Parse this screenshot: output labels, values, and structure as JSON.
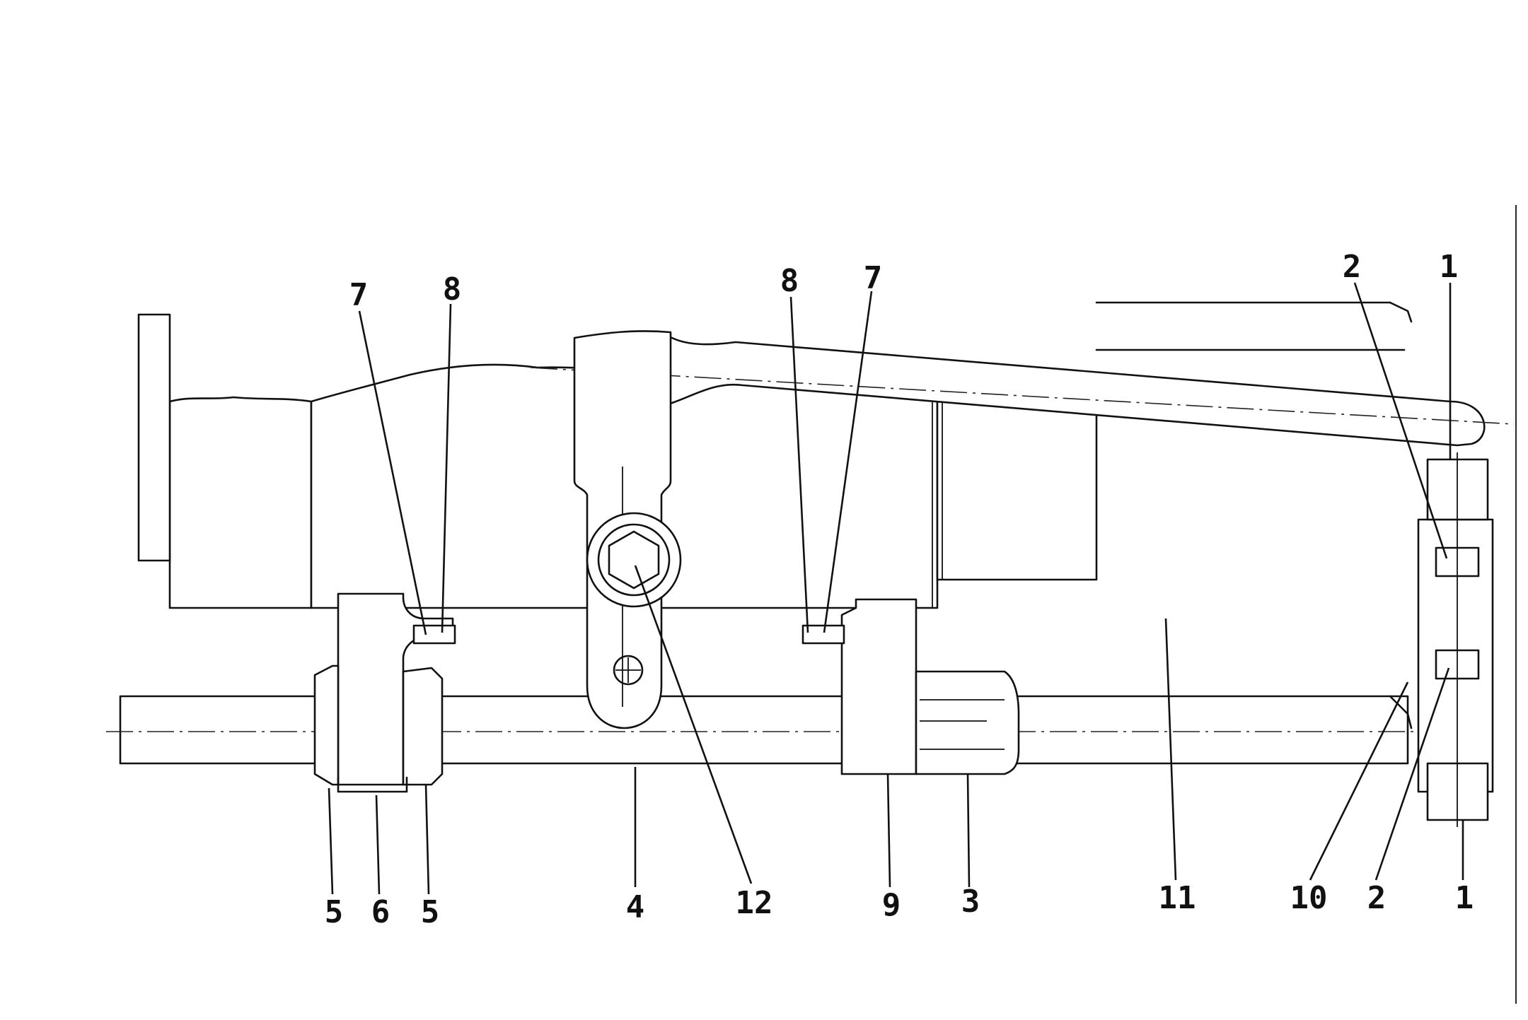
{
  "callouts": {
    "top_7_left": "7",
    "top_8_left": "8",
    "top_8_mid": "8",
    "top_7_mid": "7",
    "top_2_right": "2",
    "top_1_right": "1",
    "bot_5_a": "5",
    "bot_6": "6",
    "bot_5_b": "5",
    "bot_4": "4",
    "bot_12": "12",
    "bot_9": "9",
    "bot_3": "3",
    "bot_11": "11",
    "bot_10": "10",
    "bot_2": "2",
    "bot_1": "1"
  }
}
